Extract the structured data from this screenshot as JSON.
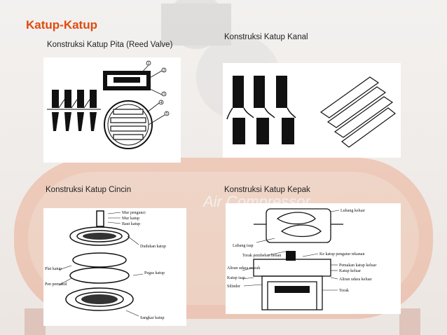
{
  "slide": {
    "title": "Katup-Katup",
    "captions": {
      "reed": "Konstruksi Katup Pita (Reed Valve)",
      "kanal": "Konstruksi Katup Kanal",
      "cincin": "Konstruksi Katup Cincin",
      "kepak": "Konstruksi Katup Kepak"
    },
    "background": {
      "watermark_text": "Air Compressor",
      "accent_color": "#e8561c"
    },
    "diagrams": {
      "reed_callouts": [
        "1",
        "2",
        "3",
        "4",
        "5"
      ],
      "cincin_labels": [
        "Mur pengunci",
        "Mur katup",
        "Baut katup",
        "Dudukan katup",
        "Plat katup",
        "Pegas katup",
        "Pen pemukul",
        "Sangkar katup"
      ],
      "kepak_labels": [
        "Lubang keluar",
        "Lubang isap",
        "Torak pembebas beban",
        "Ke katup pengatur tekanan",
        "Aliran udara masuk",
        "Pemakan katup keluar",
        "Katup keluar",
        "Katup isap",
        "Aliran udara keluar",
        "Silinder",
        "Torak"
      ]
    }
  }
}
